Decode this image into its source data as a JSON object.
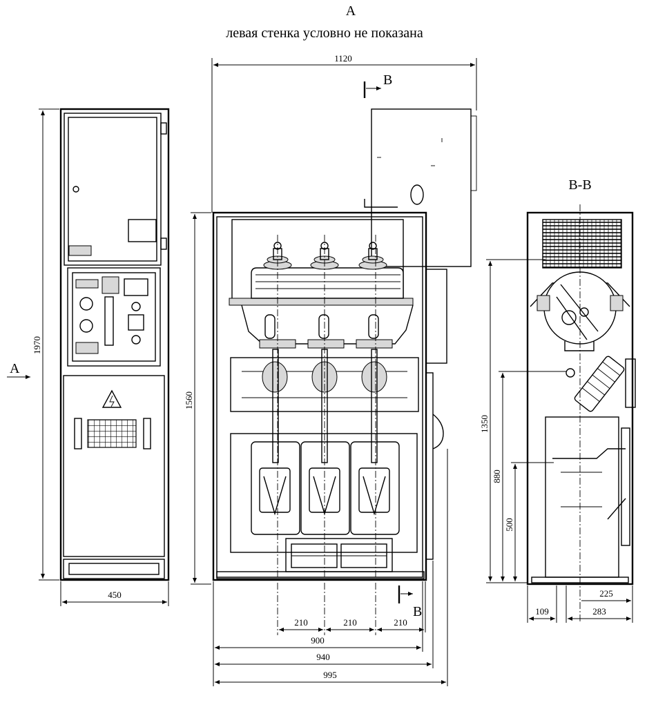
{
  "header": {
    "view_letter": "А",
    "caption": "левая стенка условно не показана"
  },
  "front_view": {
    "side_arrow_label": "А",
    "dim_height": "1970",
    "dim_width": "450"
  },
  "main_view": {
    "dim_top_width": "1120",
    "section_mark_top": "В",
    "section_mark_bottom": "В",
    "dim_height": "1560",
    "dim_phase_1": "210",
    "dim_phase_2": "210",
    "dim_phase_3": "210",
    "dim_900": "900",
    "dim_940": "940",
    "dim_995": "995"
  },
  "section_view": {
    "title": "В-В",
    "dim_1350": "1350",
    "dim_880": "880",
    "dim_500": "500",
    "dim_225": "225",
    "dim_109": "109",
    "dim_283": "283"
  }
}
